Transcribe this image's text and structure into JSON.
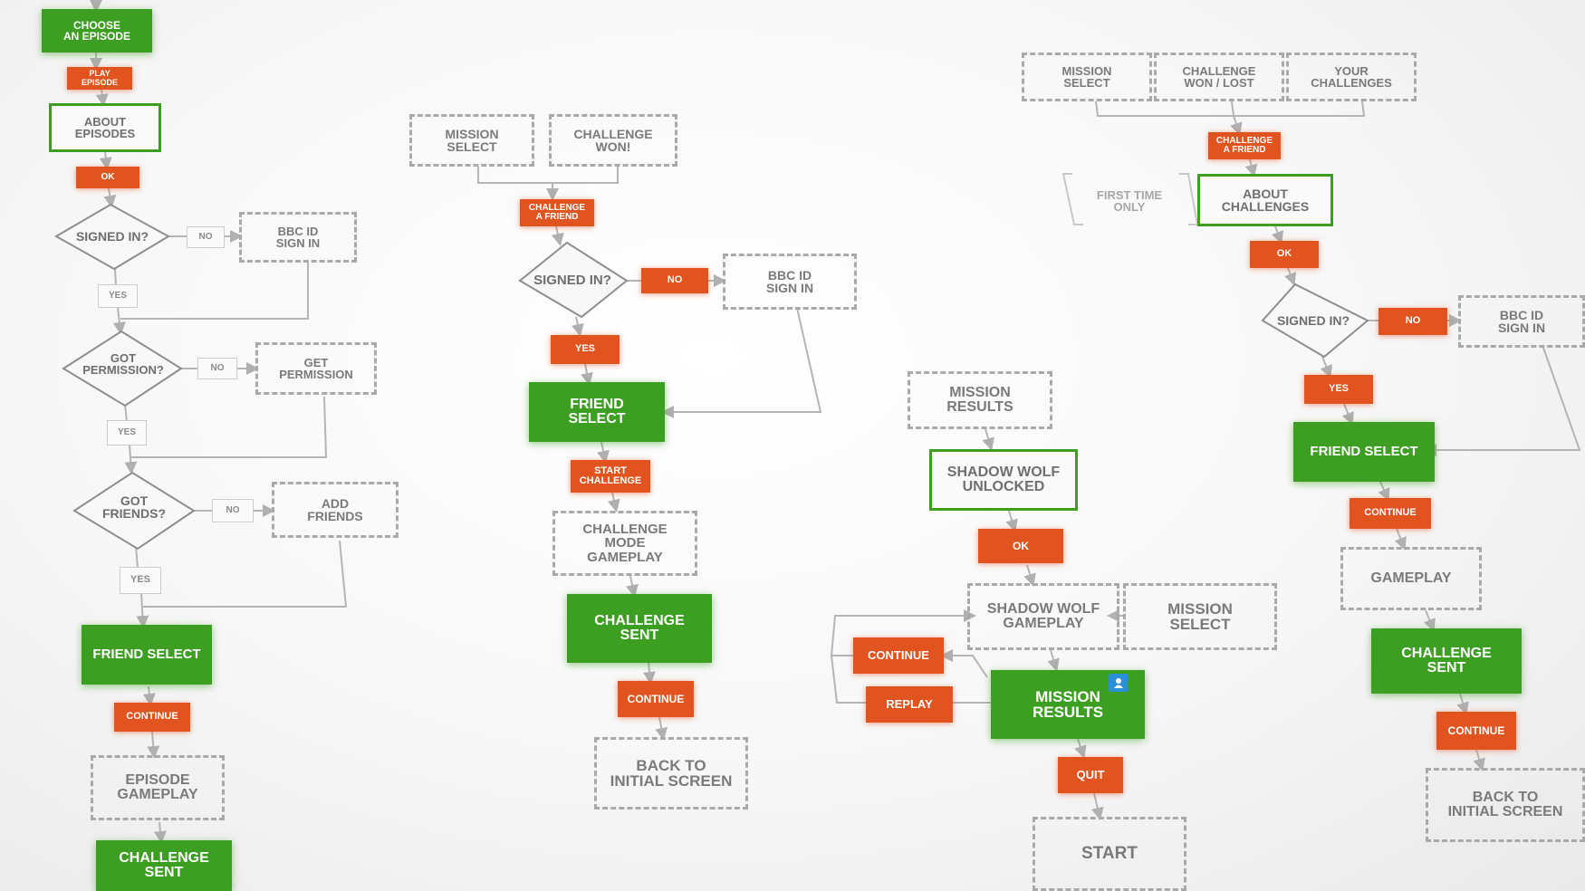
{
  "nodes": {
    "choose_episode": "CHOOSE\nAN EPISODE",
    "play_episode": "PLAY\nEPISODE",
    "about_episodes": "ABOUT\nEPISODES",
    "ok_1": "OK",
    "signed_in_1": "SIGNED IN?",
    "no_1": "NO",
    "bbc_signin_1": "BBC iD\nSIGN IN",
    "yes_1": "YES",
    "got_permission": "GOT\nPERMISSION?",
    "no_2": "NO",
    "get_permission": "GET\nPERMISSION",
    "yes_2": "YES",
    "got_friends": "GOT\nFRIENDS?",
    "no_3": "NO",
    "add_friends": "ADD\nFRIENDS",
    "yes_3": "YES",
    "friend_select_1": "FRIEND SELECT",
    "continue_1": "CONTINUE",
    "episode_gameplay": "EPISODE\nGAMEPLAY",
    "challenge_sent_1": "CHALLENGE\nSENT",
    "mission_select_2": "MISSION\nSELECT",
    "challenge_won": "CHALLENGE\nWON!",
    "challenge_friend_2": "CHALLENGE\nA FRIEND",
    "signed_in_2": "SIGNED IN?",
    "no_4": "NO",
    "bbc_signin_2": "BBC iD\nSIGN IN",
    "yes_4": "YES",
    "friend_select_2": "FRIEND\nSELECT",
    "start_challenge": "START\nCHALLENGE",
    "challenge_mode_gameplay": "CHALLENGE\nMODE\nGAMEPLAY",
    "challenge_sent_2": "CHALLENGE\nSENT",
    "continue_2": "CONTINUE",
    "back_initial_2": "BACK TO\nINITIAL SCREEN",
    "mission_results_top": "MISSION\nRESULTS",
    "shadow_wolf_unlocked": "SHADOW WOLF\nUNLOCKED",
    "ok_3": "OK",
    "shadow_wolf_gameplay": "SHADOW WOLF\nGAMEPLAY",
    "mission_select_3": "MISSION\nSELECT",
    "continue_3": "CONTINUE",
    "replay": "REPLAY",
    "mission_results": "MISSION\nRESULTS",
    "quit": "QUIT",
    "start": "START",
    "mission_select_4": "MISSION\nSELECT",
    "challenge_won_lost": "CHALLENGE\nWON / LOST",
    "your_challenges": "YOUR\nCHALLENGES",
    "challenge_friend_4": "CHALLENGE\nA FRIEND",
    "first_time_only": "FIRST TIME\nONLY",
    "about_challenges": "ABOUT\nCHALLENGES",
    "ok_4": "OK",
    "signed_in_4": "SIGNED IN?",
    "no_5": "NO",
    "bbc_signin_4": "BBC ID\nSIGN IN",
    "yes_5": "YES",
    "friend_select_4": "FRIEND SELECT",
    "continue_4": "CONTINUE",
    "gameplay_4": "GAMEPLAY",
    "challenge_sent_4": "CHALLENGE\nSENT",
    "continue_5": "CONTINUE",
    "back_initial_4": "BACK TO\nINITIAL SCREEN"
  },
  "colors": {
    "green": "#3c9f22",
    "orange": "#e1541f",
    "dashed": "#a9a9a9",
    "line": "#b5b5b5",
    "badge": "#2b8fd8"
  },
  "icons": {
    "mission_results_badge": "person-icon"
  }
}
